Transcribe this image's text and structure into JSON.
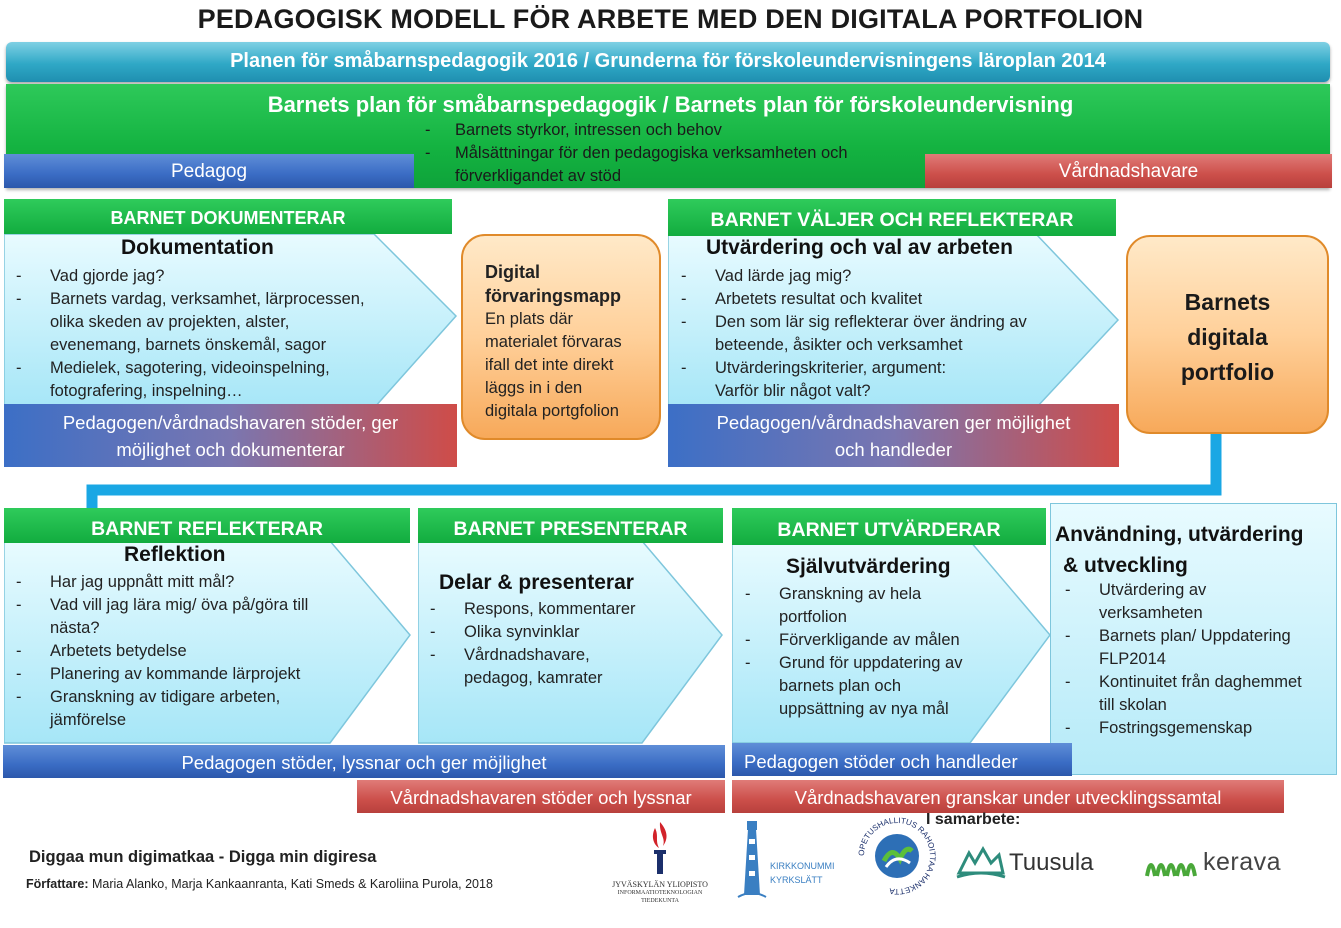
{
  "title": "PEDAGOGISK MODELL FÖR ARBETE MED DEN DIGITALA PORTFOLION",
  "top_bar": "Planen för småbarnspedagogik 2016 / Grunderna för förskoleundervisningens läroplan 2014",
  "plan": {
    "title": "Barnets plan för småbarnspedagogik / Barnets plan för förskoleundervisning",
    "items": [
      "Barnets styrkor, intressen och behov",
      "Målsättningar för den pedagogiska verksamheten och",
      "förverkligandet av stöd"
    ],
    "left_label": "Pedagog",
    "right_label": "Vårdnadshavare"
  },
  "box1": {
    "header": "BARNET DOKUMENTERAR",
    "heading": "Dokumentation",
    "items": [
      [
        "Vad gjorde jag?"
      ],
      [
        "Barnets vardag, verksamhet, lärprocessen,",
        "olika skeden av projekten, alster,",
        "evenemang, barnets önskemål, sagor"
      ],
      [
        "Medielek, sagotering, videoinspelning,",
        "fotografering, inspelning…"
      ]
    ],
    "footer": [
      "Pedagogen/vårdnadshavaren stöder, ger",
      "möjlighet och dokumenterar"
    ]
  },
  "storage": {
    "title_lines": [
      "Digital",
      "förvaringsmapp"
    ],
    "text_lines": [
      "En plats där",
      "materialet förvaras",
      "ifall det inte direkt",
      "läggs in i den",
      "digitala portgfolion"
    ]
  },
  "box2": {
    "header": "BARNET VÄLJER OCH REFLEKTERAR",
    "heading": "Utvärdering och val av arbeten",
    "items": [
      [
        "Vad lärde jag mig?"
      ],
      [
        "Arbetets resultat och kvalitet"
      ],
      [
        "Den som lär sig reflekterar över ändring av",
        "beteende, åsikter och verksamhet"
      ],
      [
        "Utvärderingskriterier, argument:",
        "Varför blir något valt?"
      ]
    ],
    "footer": [
      "Pedagogen/vårdnadshavaren ger möjlighet",
      "och handleder"
    ]
  },
  "portfolio": {
    "lines": [
      "Barnets",
      "digitala",
      "portfolio"
    ]
  },
  "box3": {
    "header": "BARNET REFLEKTERAR",
    "heading": "Reflektion",
    "items": [
      [
        "Har jag uppnått mitt mål?"
      ],
      [
        "Vad vill jag lära mig/ öva på/göra till",
        "nästa?"
      ],
      [
        "Arbetets betydelse"
      ],
      [
        "Planering av kommande lärprojekt"
      ],
      [
        "Granskning av tidigare arbeten,",
        "jämförelse"
      ]
    ]
  },
  "box4": {
    "header": "BARNET PRESENTERAR",
    "heading": "Delar & presenterar",
    "items": [
      [
        "Respons, kommentarer"
      ],
      [
        "Olika synvinklar"
      ],
      [
        "Vårdnadshavare,",
        "pedagog, kamrater"
      ]
    ]
  },
  "box5": {
    "header": "BARNET UTVÄRDERAR",
    "heading": "Självutvärdering",
    "items": [
      [
        "Granskning av hela",
        "portfolion"
      ],
      [
        "Förverkligande av målen"
      ],
      [
        "Grund för uppdatering av",
        "barnets plan och",
        "uppsättning av nya mål"
      ]
    ]
  },
  "box6": {
    "heading_lines": [
      "Användning, utvärdering",
      "& utveckling"
    ],
    "items": [
      [
        "Utvärdering av",
        "verksamheten"
      ],
      [
        "Barnets plan/ Uppdatering",
        "FLP2014"
      ],
      [
        "Kontinuitet från daghemmet",
        "till skolan"
      ],
      [
        "Fostringsgemenskap"
      ]
    ]
  },
  "bottom": {
    "blue1": "Pedagogen stöder, lyssnar och ger möjlighet",
    "blue2": "Pedagogen stöder och handleder",
    "red1": "Vårdnadshavaren stöder och lyssnar",
    "red2": "Vårdnadshavaren granskar under utvecklingssamtal"
  },
  "footer": {
    "project": "Diggaa mun digimatkaa - Digga min digiresa",
    "authors_label": "Författare:",
    "authors": "Maria Alanko, Marja Kankaanranta, Kati Smeds & Karoliina Purola, 2018",
    "partners_label": "I samarbete:",
    "logos": {
      "jyu": [
        "JYVÄSKYLÄN YLIOPISTO",
        "INFORMAATIOTEKNOLOGIAN",
        "TIEDEKUNTA"
      ],
      "kirkkonummi": [
        "KIRKKONUMMI",
        "KYRKSLÄTT"
      ],
      "opetushallitus": "OPETUSHALLITUS RAHOITTAA HANKETTA",
      "tuusula": "Tuusula",
      "kerava": "kerava"
    }
  },
  "colors": {
    "teal": "#2fa8c6",
    "green": "#14b341",
    "blue": "#3a6cc4",
    "red": "#cc4f4a",
    "arrow_fill": "#c8f0fb",
    "orange": "#f7a95a",
    "connector": "#1aa7e4"
  }
}
